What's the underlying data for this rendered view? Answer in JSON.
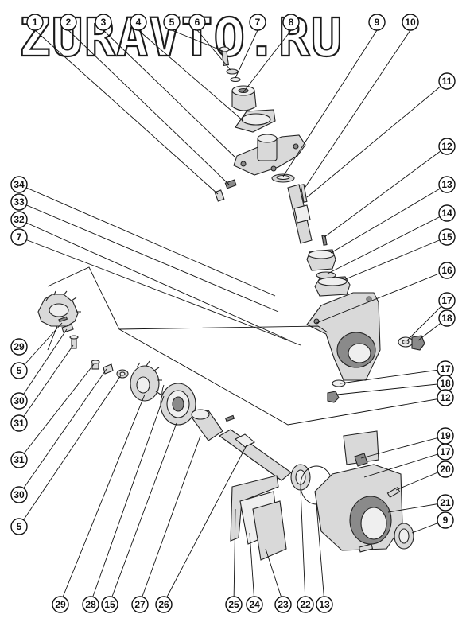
{
  "watermark": "ZURAVTO.RU",
  "callouts": [
    {
      "id": "c1",
      "label": "1"
    },
    {
      "id": "c2",
      "label": "2"
    },
    {
      "id": "c3",
      "label": "3"
    },
    {
      "id": "c4",
      "label": "4"
    },
    {
      "id": "c5",
      "label": "5"
    },
    {
      "id": "c6",
      "label": "6"
    },
    {
      "id": "c7",
      "label": "7"
    },
    {
      "id": "c8",
      "label": "8"
    },
    {
      "id": "c9",
      "label": "9"
    },
    {
      "id": "c10",
      "label": "10"
    },
    {
      "id": "c11",
      "label": "11"
    },
    {
      "id": "c12",
      "label": "12"
    },
    {
      "id": "c13",
      "label": "13"
    },
    {
      "id": "c14",
      "label": "14"
    },
    {
      "id": "c15",
      "label": "15"
    },
    {
      "id": "c16",
      "label": "16"
    },
    {
      "id": "c17",
      "label": "17"
    },
    {
      "id": "c18",
      "label": "18"
    },
    {
      "id": "c34",
      "label": "34"
    },
    {
      "id": "c33",
      "label": "33"
    },
    {
      "id": "c32",
      "label": "32"
    },
    {
      "id": "c7b",
      "label": "7"
    },
    {
      "id": "c29",
      "label": "29"
    },
    {
      "id": "c5b",
      "label": "5"
    },
    {
      "id": "c30",
      "label": "30"
    },
    {
      "id": "c31",
      "label": "31"
    },
    {
      "id": "c17b",
      "label": "17"
    },
    {
      "id": "c18b",
      "label": "18"
    },
    {
      "id": "c12b",
      "label": "12"
    },
    {
      "id": "c31b",
      "label": "31"
    },
    {
      "id": "c30b",
      "label": "30"
    },
    {
      "id": "c5c",
      "label": "5"
    },
    {
      "id": "c19",
      "label": "19"
    },
    {
      "id": "c17c",
      "label": "17"
    },
    {
      "id": "c20",
      "label": "20"
    },
    {
      "id": "c21",
      "label": "21"
    },
    {
      "id": "c9b",
      "label": "9"
    },
    {
      "id": "c29b",
      "label": "29"
    },
    {
      "id": "c28",
      "label": "28"
    },
    {
      "id": "c15b",
      "label": "15"
    },
    {
      "id": "c27",
      "label": "27"
    },
    {
      "id": "c26",
      "label": "26"
    },
    {
      "id": "c25",
      "label": "25"
    },
    {
      "id": "c24",
      "label": "24"
    },
    {
      "id": "c23",
      "label": "23"
    },
    {
      "id": "c22",
      "label": "22"
    },
    {
      "id": "c13b",
      "label": "13"
    }
  ]
}
